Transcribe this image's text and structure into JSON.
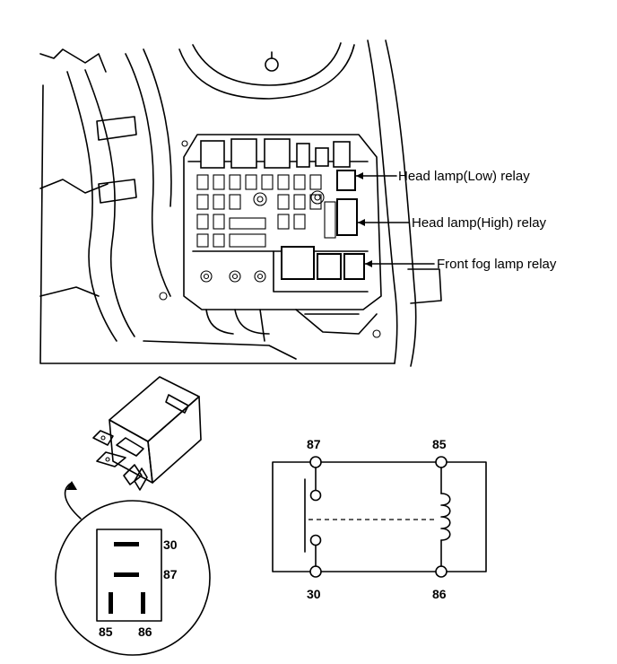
{
  "callouts": {
    "low": "Head lamp(Low) relay",
    "high": "Head lamp(High) relay",
    "fog": "Front fog lamp relay"
  },
  "connector_pins": {
    "p30": "30",
    "p87": "87",
    "p85": "85",
    "p86": "86"
  },
  "schematic_pins": {
    "p87": "87",
    "p85": "85",
    "p30": "30",
    "p86": "86"
  }
}
